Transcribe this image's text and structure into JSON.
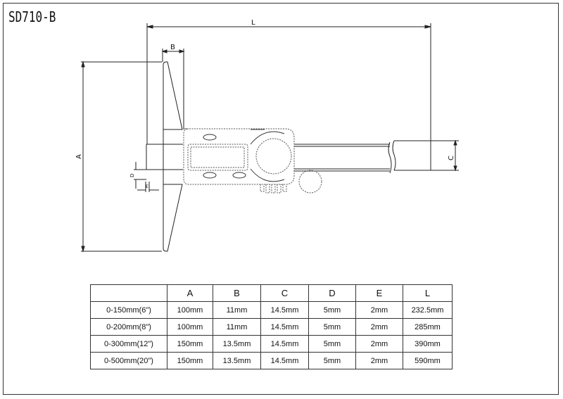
{
  "title": "SD710-B",
  "dimension_labels": {
    "L": "L",
    "B": "B",
    "A": "A",
    "C": "C",
    "D": "D",
    "E": "E"
  },
  "table": {
    "headers": [
      "",
      "A",
      "B",
      "C",
      "D",
      "E",
      "L"
    ],
    "rows": [
      [
        "0-150mm(6\")",
        "100mm",
        "11mm",
        "14.5mm",
        "5mm",
        "2mm",
        "232.5mm"
      ],
      [
        "0-200mm(8\")",
        "100mm",
        "11mm",
        "14.5mm",
        "5mm",
        "2mm",
        "285mm"
      ],
      [
        "0-300mm(12\")",
        "150mm",
        "13.5mm",
        "14.5mm",
        "5mm",
        "2mm",
        "390mm"
      ],
      [
        "0-500mm(20\")",
        "150mm",
        "13.5mm",
        "14.5mm",
        "5mm",
        "2mm",
        "590mm"
      ]
    ]
  }
}
